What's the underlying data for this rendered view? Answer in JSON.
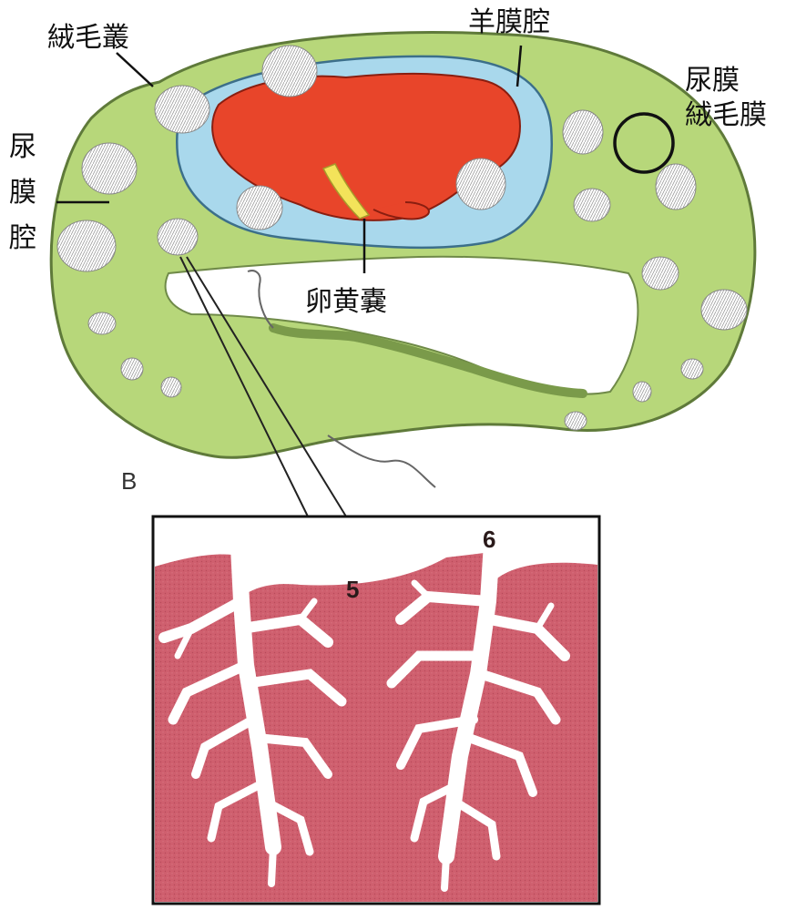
{
  "labels": {
    "chorion_tuft": "絨毛叢",
    "amniotic_cavity": "羊膜腔",
    "allantochorion_line1": "尿膜",
    "allantochorion_line2": "絨毛膜",
    "allantoic_cavity_1": "尿",
    "allantoic_cavity_2": "膜",
    "allantoic_cavity_3": "腔",
    "yolk_sac": "卵黄嚢"
  },
  "panel": {
    "letter": "B",
    "number_5": "5",
    "number_6": "6"
  },
  "colors": {
    "allantois_green": "#b7d77a",
    "amnion_blue": "#a9d8ec",
    "fetus_red": "#e8452a",
    "yolk_yellow": "#f3e35a",
    "tissue_pink": "#cf5f6e",
    "villus_white": "#ffffff"
  }
}
